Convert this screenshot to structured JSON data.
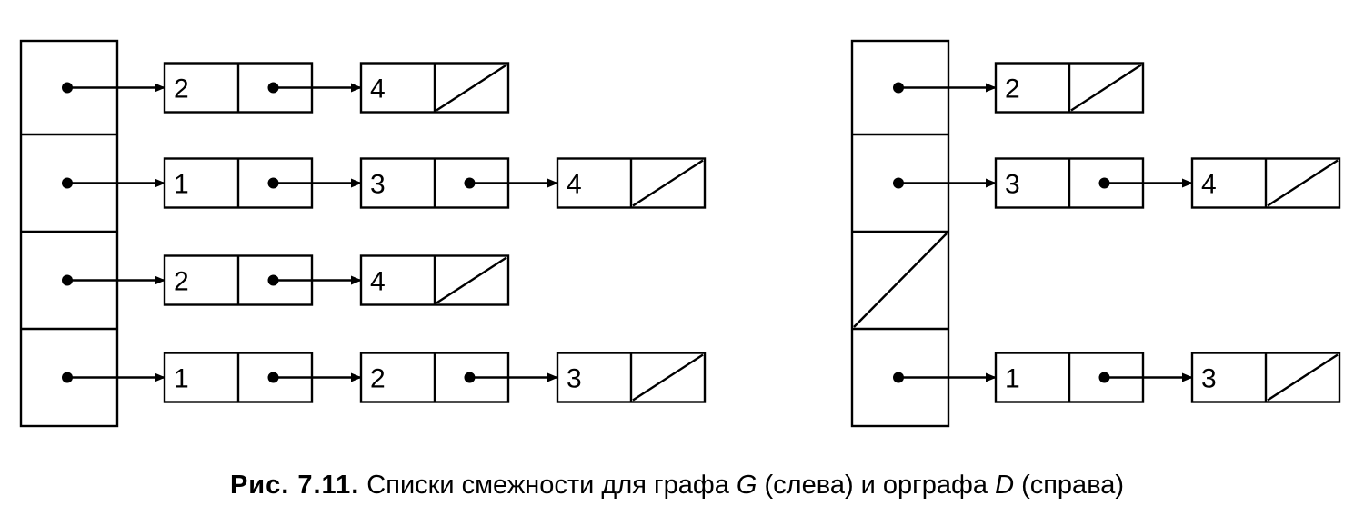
{
  "figure": {
    "caption": {
      "label": "Рис. 7.11.",
      "part1": " Списки смежности для графа ",
      "g_symbol": "G",
      "part2": " (слева) и орграфа ",
      "d_symbol": "D",
      "part3": " (справа)"
    },
    "left_lists": [
      [
        "2",
        "4"
      ],
      [
        "1",
        "3",
        "4"
      ],
      [
        "2",
        "4"
      ],
      [
        "1",
        "2",
        "3"
      ]
    ],
    "right_lists": [
      [
        "2"
      ],
      [
        "3",
        "4"
      ],
      null,
      [
        "1",
        "3"
      ]
    ]
  }
}
